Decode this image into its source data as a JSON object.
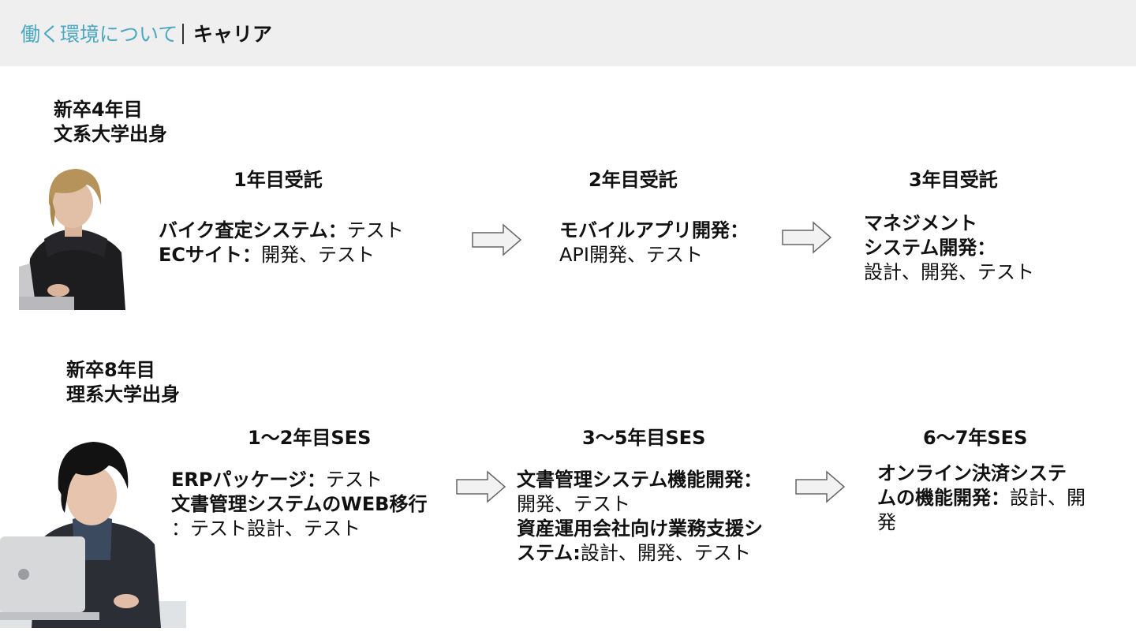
{
  "header": {
    "title": "働く環境について",
    "subtitle": "キャリア"
  },
  "person1": {
    "line1": "新卒4年目",
    "line2": "文系大学出身",
    "stages": [
      {
        "heading": "1年目受託",
        "items": [
          {
            "bold": "バイク査定システム：",
            "text": "テスト"
          },
          {
            "bold": "ECサイト：",
            "text": "開発、テスト"
          }
        ]
      },
      {
        "heading": "2年目受託",
        "items": [
          {
            "bold": "モバイルアプリ開発：",
            "text": ""
          },
          {
            "bold": "",
            "text": "API開発、テスト"
          }
        ]
      },
      {
        "heading": "3年目受託",
        "items": [
          {
            "bold": "マネジメント",
            "text": ""
          },
          {
            "bold": "システム開発：",
            "text": ""
          },
          {
            "bold": "",
            "text": "設計、開発、テスト"
          }
        ]
      }
    ]
  },
  "person2": {
    "line1": "新卒8年目",
    "line2": "理系大学出身",
    "stages": [
      {
        "heading": "1〜2年目SES",
        "items": [
          {
            "bold": "ERPパッケージ：",
            "text": "テスト"
          },
          {
            "bold": "文書管理システムのWEB移行",
            "text": ""
          },
          {
            "bold": "",
            "text": "：テスト設計、テスト"
          }
        ]
      },
      {
        "heading": "3〜5年目SES",
        "items": [
          {
            "bold": "文書管理システム機能開発：",
            "text": ""
          },
          {
            "bold": "",
            "text": "開発、テスト"
          },
          {
            "bold": "資産運用会社向け業務支援シ",
            "text": ""
          },
          {
            "bold": "ステム:",
            "text": "設計、開発、テスト"
          }
        ]
      },
      {
        "heading": "6〜7年SES",
        "items": [
          {
            "bold": "オンライン決済システ",
            "text": ""
          },
          {
            "bold": "ムの機能開発：",
            "text": "設計、開"
          },
          {
            "bold": "",
            "text": "発"
          }
        ]
      }
    ]
  }
}
